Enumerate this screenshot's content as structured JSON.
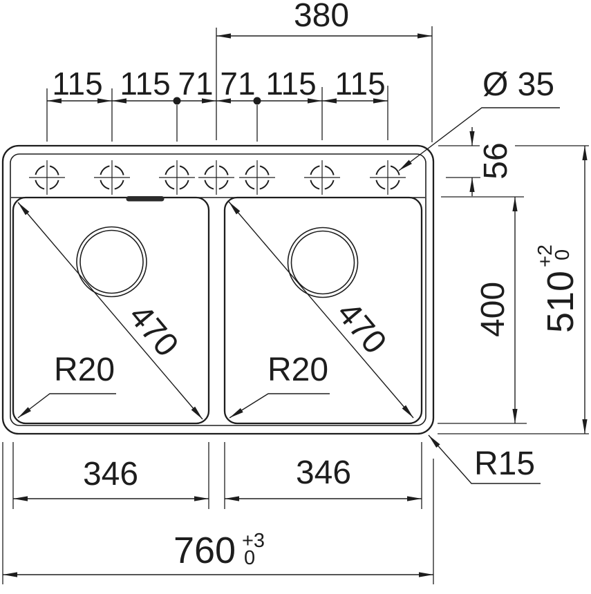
{
  "drawing": {
    "background": "#ffffff",
    "line_color": "#1d1d1d",
    "labels": {
      "top_span": "380",
      "spacings": [
        "115",
        "115",
        "71",
        "71",
        "115",
        "115"
      ],
      "hole_diameter": "Ø 35",
      "ledge_depth": "56",
      "bowl_depth": "400",
      "overall_depth": {
        "value": "510",
        "tol_plus": "+2",
        "tol_minus": "0"
      },
      "diagonal_left": "470",
      "diagonal_right": "470",
      "bowl_radius_left": "R20",
      "bowl_radius_right": "R20",
      "outer_radius": "R15",
      "bowl_width_left": "346",
      "bowl_width_right": "346",
      "overall_width": {
        "value": "760",
        "tol_plus": "+3",
        "tol_minus": "0"
      }
    }
  }
}
